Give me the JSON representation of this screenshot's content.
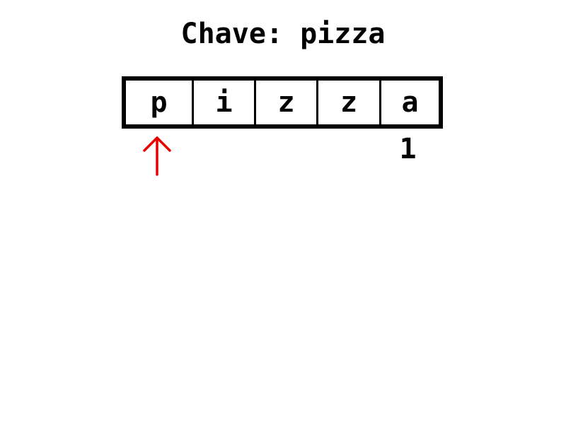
{
  "title": "Chave: pizza",
  "cells": [
    "p",
    "i",
    "z",
    "z",
    "a"
  ],
  "counter": "1",
  "pointer": {
    "icon": "arrow-up-icon",
    "color": "#e60000",
    "index": 0
  }
}
